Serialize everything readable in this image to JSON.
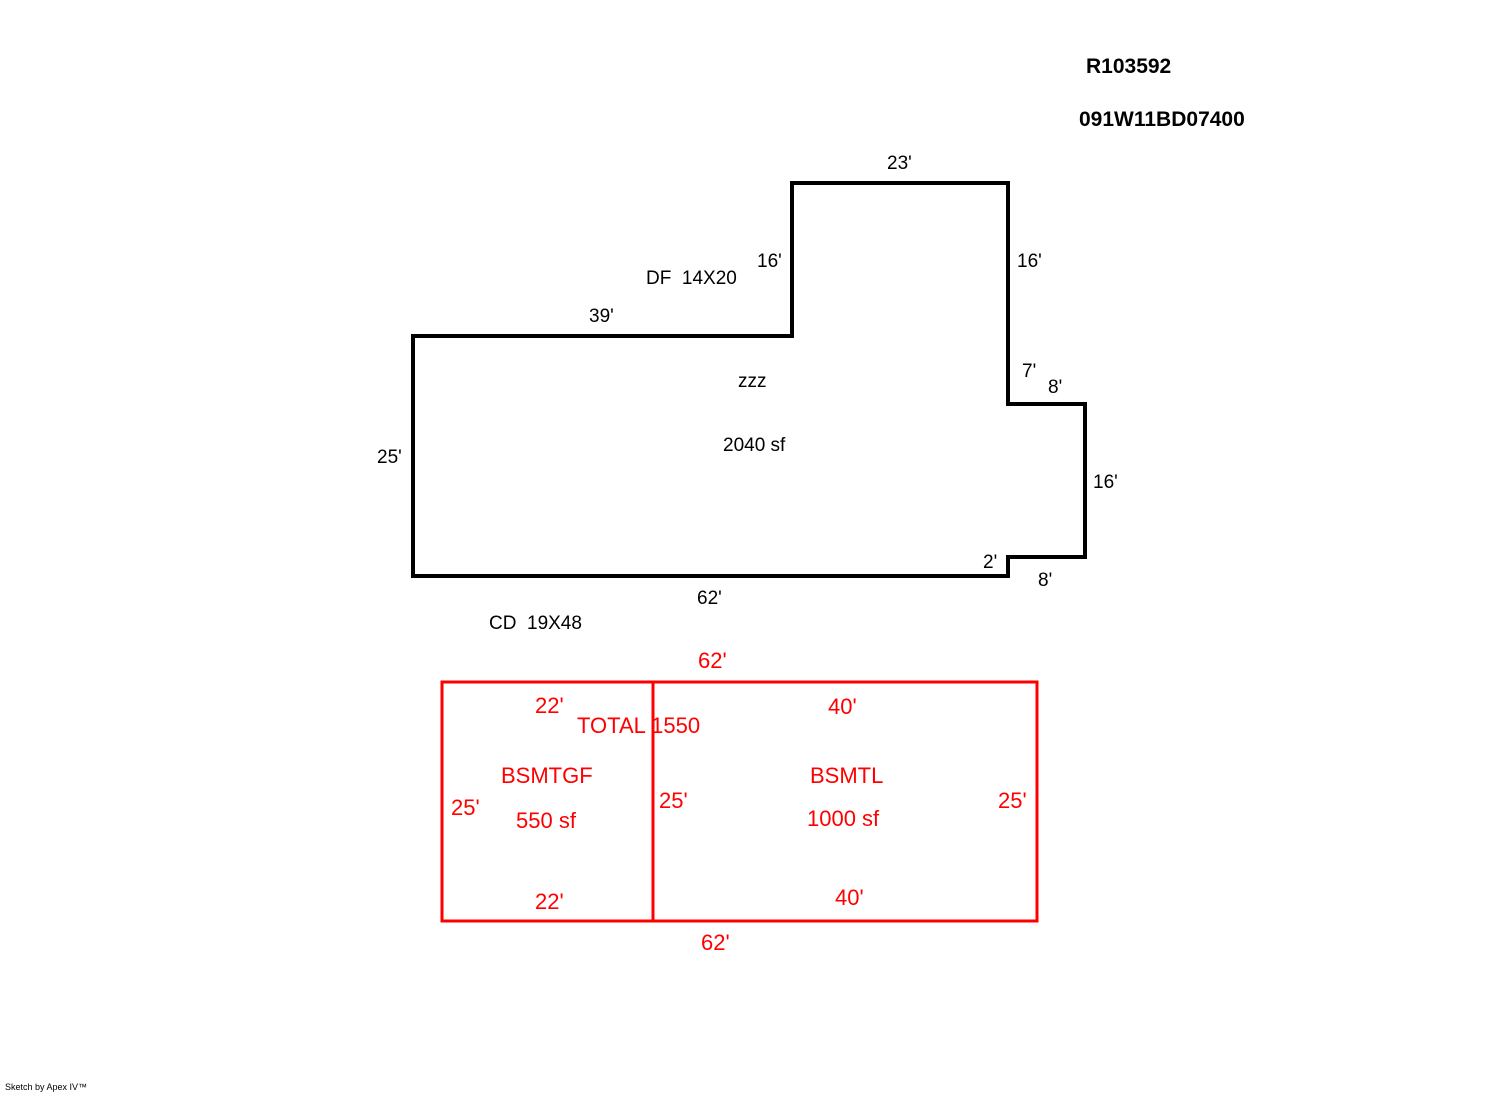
{
  "header": {
    "record_id": "R103592",
    "parcel_id": "091W11BD07400"
  },
  "main_floor": {
    "labels": {
      "df": "DF  14X20",
      "cd": "CD  19X48",
      "name": "zzz",
      "area": "2040 sf"
    },
    "dimensions": {
      "top_right": "23'",
      "notch_left": "16'",
      "right_upper": "16'",
      "top_left": "39'",
      "notch_inner": "7'",
      "notch_step": "8'",
      "left": "25'",
      "right_lower": "16'",
      "bottom_notch": "2'",
      "bottom": "62'",
      "bottom_step": "8'"
    },
    "stroke_color": "#000000"
  },
  "basement": {
    "total_label": "TOTAL 1550",
    "outer_top": "62'",
    "outer_bottom": "62'",
    "garage": {
      "name": "BSMTGF",
      "area": "550 sf",
      "top": "22'",
      "bottom": "22'",
      "left": "25'"
    },
    "living": {
      "name": "BSMTL",
      "area": "1000 sf",
      "top": "40'",
      "bottom": "40'",
      "left": "25'",
      "right": "25'"
    },
    "stroke_color": "#ff0000"
  },
  "footer": {
    "credit": "Sketch by Apex IV™"
  }
}
